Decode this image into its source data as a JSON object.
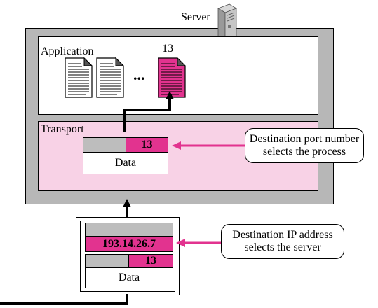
{
  "server": {
    "label": "Server"
  },
  "application": {
    "label": "Application",
    "port_label": "13",
    "ellipsis": "..."
  },
  "transport": {
    "label": "Transport",
    "segment": {
      "port": "13",
      "data": "Data"
    }
  },
  "callout_port": {
    "line1": "Destination port number",
    "line2": "selects the process"
  },
  "packet": {
    "ip": "193.14.26.7",
    "port": "13",
    "data": "Data"
  },
  "callout_ip": {
    "line1": "Destination IP address",
    "line2": "selects the server"
  },
  "colors": {
    "accent": "#e2338f",
    "transport_bg": "#f8d2e6",
    "frame_gray": "#b7b7b7",
    "header_gray": "#bdbdbd"
  }
}
